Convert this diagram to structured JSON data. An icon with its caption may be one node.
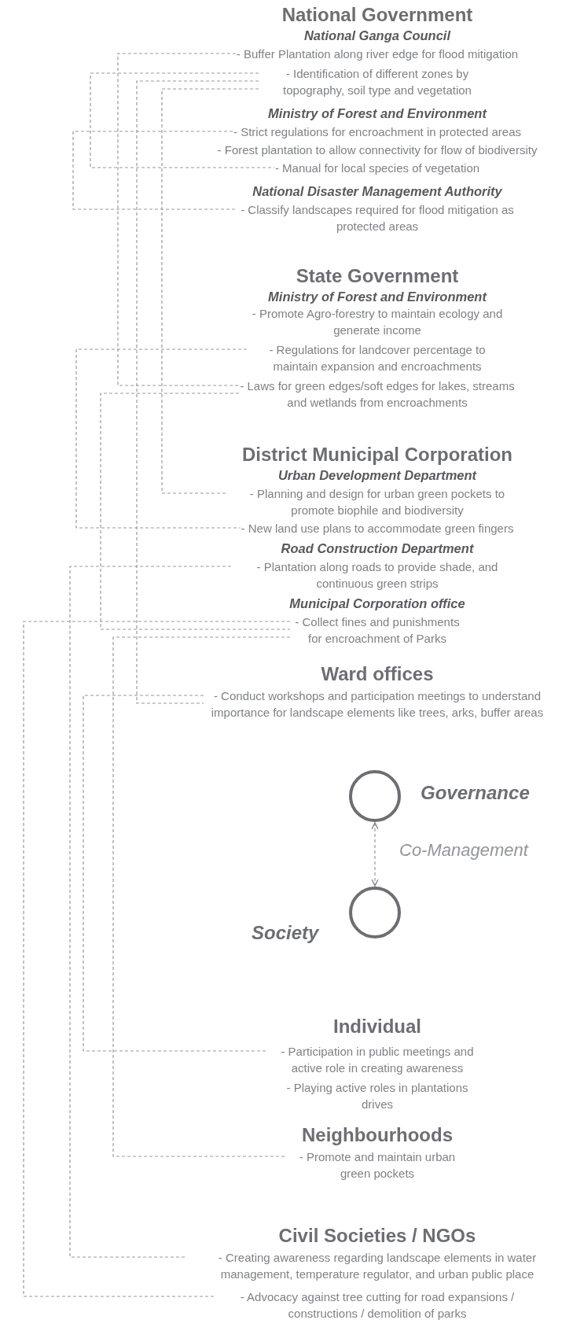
{
  "diagram": {
    "nodes": [
      {
        "text": [
          "- Buffer Plantation along river edge for flood mitigation"
        ]
      },
      {
        "text": [
          "- Identification of different zones by topography, soil type and vegetation"
        ]
      },
      {
        "text": [
          "- Strict regulations for encroachment in protected areas"
        ]
      },
      {
        "text": [
          "- Manual for local species of vegetation"
        ]
      },
      {
        "text": [
          "- Classify landscapes required for flood mitigation as protected areas"
        ]
      },
      {
        "text": [
          "- Regulations for landcover percentage to maintain expansion and encroachments"
        ]
      },
      {
        "text": [
          "- Laws for green edges/soft edges for lakes, streams and wetlands from encroachments"
        ]
      },
      {
        "text": [
          "- Planning and design for urban green pockets to promote biophile and biodiversity"
        ]
      },
      {
        "text": [
          "- New land use plans to accommodate green fingers"
        ]
      },
      {
        "text": [
          "- Plantation along roads to provide shade, and continuous green strips"
        ]
      },
      {
        "text": [
          "- Collect fines and punishments for encroachment  of Parks"
        ]
      },
      {
        "text": [
          "- Conduct workshops and participation meetings to understand importance for landscape elements like trees, arks, buffer areas"
        ]
      },
      {
        "text": [],
        "shape": "circle",
        "beside": [
          "Governance"
        ]
      },
      {
        "text": [],
        "shape": "circle",
        "beside": [
          "Society"
        ]
      },
      {
        "text": [
          "- Participation in public meetings and active role in creating awareness"
        ]
      },
      {
        "text": [
          "- Promote and maintain urban green pockets"
        ]
      },
      {
        "text": [
          "- Creating awareness regarding landscape elements in water management, temperature regulator, and urban public place"
        ]
      },
      {
        "text": [
          "- Advocacy against tree cutting for road expansions / constructions / demolition of parks"
        ]
      }
    ],
    "edges": [
      {
        "from": 0,
        "to": 6,
        "arrow": "none",
        "style": "dashed"
      },
      {
        "from": 1,
        "to": 3,
        "arrow": "none",
        "style": "dashed"
      },
      {
        "from": 1,
        "to": 11,
        "arrow": "none",
        "style": "dashed"
      },
      {
        "from": 1,
        "to": 7,
        "arrow": "none",
        "style": "dashed"
      },
      {
        "from": 2,
        "to": 4,
        "arrow": "none",
        "style": "dashed"
      },
      {
        "from": 5,
        "to": 8,
        "arrow": "none",
        "style": "dashed"
      },
      {
        "from": 6,
        "to": 10,
        "arrow": "none",
        "style": "dashed"
      },
      {
        "from": 9,
        "to": 16,
        "arrow": "none",
        "style": "dashed"
      },
      {
        "from": 10,
        "to": 17,
        "arrow": "none",
        "style": "dashed"
      },
      {
        "from": 10,
        "to": 15,
        "arrow": "none",
        "style": "dashed"
      },
      {
        "from": 11,
        "to": 14,
        "arrow": "none",
        "style": "dashed"
      },
      {
        "from": 12,
        "to": 13,
        "arrow": "both",
        "style": "dashed",
        "label": "Co-Management"
      }
    ],
    "labels": [
      "National Government",
      "National Ganga Council",
      "Ministry of Forest and Environment",
      "- Forest plantation to allow connectivity for flow of biodiversity",
      "National Disaster Management Authority",
      "State Government",
      "Ministry of Forest and Environment",
      "- Promote Agro-forestry to maintain ecology and generate income",
      "District Municipal Corporation",
      "Urban Development Department",
      "Road Construction Department",
      "Municipal Corporation office",
      "Ward offices",
      "Individual",
      "- Playing active roles in plantations drives",
      "Neighbourhoods",
      "Civil Societies / NGOs"
    ]
  }
}
